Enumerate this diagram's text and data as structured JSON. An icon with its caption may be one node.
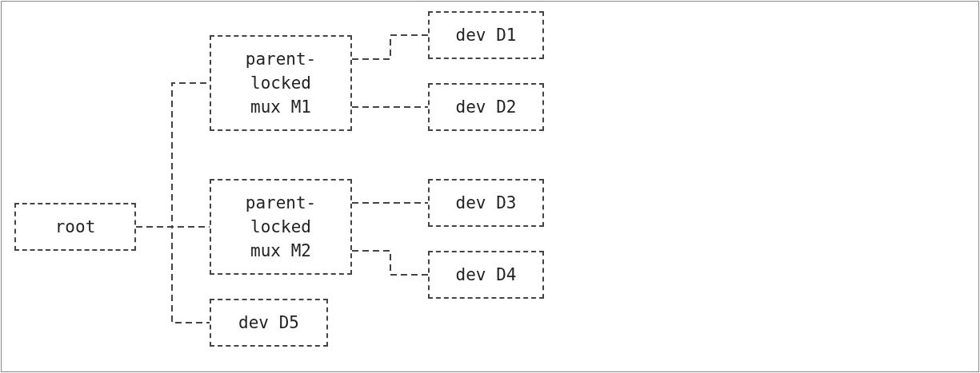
{
  "diagram": {
    "nodes": [
      {
        "text": [
          "root"
        ]
      },
      {
        "text": [
          "parent- locked mux M1"
        ]
      },
      {
        "text": [
          "parent- locked mux M2"
        ]
      },
      {
        "text": [
          "dev D1"
        ]
      },
      {
        "text": [
          "dev D2"
        ]
      },
      {
        "text": [
          "dev D3"
        ]
      },
      {
        "text": [
          "dev D4"
        ]
      },
      {
        "text": [
          "dev D5"
        ]
      }
    ],
    "edges": [
      {
        "from": 0,
        "to": 1,
        "arrow": "none"
      },
      {
        "from": 0,
        "to": 2,
        "arrow": "none"
      },
      {
        "from": 0,
        "to": 7,
        "arrow": "none"
      },
      {
        "from": 1,
        "to": 3,
        "arrow": "none"
      },
      {
        "from": 1,
        "to": 4,
        "arrow": "none"
      },
      {
        "from": 2,
        "to": 5,
        "arrow": "none"
      },
      {
        "from": 2,
        "to": 6,
        "arrow": "none"
      }
    ]
  }
}
